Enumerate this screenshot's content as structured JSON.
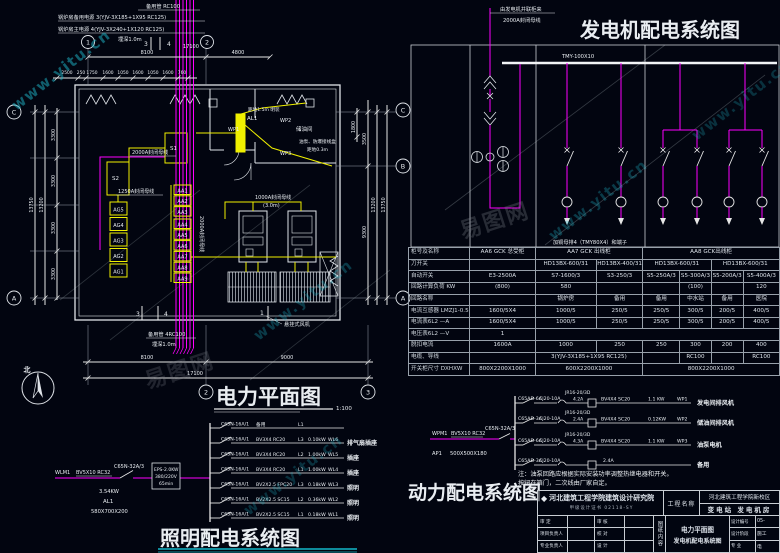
{
  "colors": {
    "background": "#020510",
    "line": "#e6e6e6",
    "cable_magenta": "#ff00ff",
    "equipment_yellow": "#f0f000",
    "watermark_cyan": "#1fb6c9",
    "underline_teal": "#12b8c9"
  },
  "watermark": {
    "url": "www.yitu.cn",
    "logo": "易图网"
  },
  "plan": {
    "title": "电力平面图",
    "scale": "1:100",
    "north_label": "北",
    "top_notes": {
      "spare": "备用管 RC100",
      "backup": "锅炉房备用电源 3(YJV-3X185+1X95 RC125)",
      "main": "锅炉房主电源 4(YJV-3X240+1X120 RC125)",
      "depth": "埋深1.0m"
    },
    "bottom_notes": {
      "spare": "备用管 4RC100",
      "depth": "埋深1.0m"
    },
    "grid": {
      "c1": "1",
      "c2": "2",
      "c3": "3",
      "rA": "A",
      "rB": "B",
      "rC": "C"
    },
    "dims": {
      "top_small": [
        "2500",
        "250",
        "1750",
        "1600",
        "1050",
        "1600",
        "1050",
        "1600",
        "760"
      ],
      "top_8100": "8100",
      "top_4800": "4800",
      "top_17100": "17100",
      "bottom_8100": "8100",
      "bottom_9000": "9000",
      "bottom_17100": "17100",
      "left_3300": [
        "3300",
        "3300",
        "3300",
        "3300"
      ],
      "left_13200": "13200",
      "left_13750": "13750",
      "right_1800": "1800",
      "right_3500": "3500",
      "right_9300": "9300",
      "right_13200": "13200",
      "right_13750": "13750"
    },
    "equipment": {
      "ag_stack": [
        "AG5",
        "AG4",
        "AG3",
        "AG2",
        "AG1"
      ],
      "aa_stack": [
        "AA1",
        "AA2",
        "AA3",
        "AA4",
        "AA5",
        "AA6",
        "AA7",
        "AA8",
        "AA9"
      ],
      "s1": "S1",
      "s2": "S2",
      "al1": "AL1"
    },
    "labels": {
      "bus2000_h": "2000A封闭母线",
      "bus1250": "1250A封闭母线",
      "bus1000": "1000A封闭母线",
      "bus1000_note": "(3.0m)",
      "bus2000_v": "2000A封闭母线",
      "al1_mount": "距地1.5m 明装",
      "wp1": "WP1",
      "wp2": "WP2",
      "wp3": "WP3",
      "oil_room": "储油间",
      "oil_pump": "油泵、防爆接线盒",
      "oil_pump_h": "距地0.3m",
      "fan": "悬挂式风机",
      "riser3": "3",
      "riser4": "4",
      "section": "1"
    }
  },
  "generator": {
    "title": "发电机配电系统图",
    "source_note1": "由发电机并联柜来",
    "source_note2": "2000A封闭母线",
    "busbar": "TMY-100X10",
    "busbar_note": "加铜母排4（TMY80X4）和端子",
    "table": {
      "rows": [
        {
          "label": "柜号及名称",
          "cells": [
            {
              "t": "AA6 GCK 总受柜",
              "s": 1
            },
            {
              "t": "AA7 GCK 出线柜",
              "s": 2
            },
            {
              "t": "AA8 GCK出线柜",
              "s": 4
            }
          ]
        },
        {
          "label": "刀开关",
          "cells": [
            {
              "t": "",
              "s": 1
            },
            {
              "t": "HD13BX-600/31",
              "s": 1
            },
            {
              "t": "HD13BX-400/31",
              "s": 1
            },
            {
              "t": "HD13BX-600/31",
              "s": 2
            },
            {
              "t": "HD13BX-600/31",
              "s": 2
            }
          ]
        },
        {
          "label": "自动开关",
          "cells": [
            {
              "t": "E3-2500A",
              "s": 1
            },
            {
              "t": "S7-1600/3",
              "s": 1
            },
            {
              "t": "S3-250/3",
              "s": 1
            },
            {
              "t": "S5-250A/3",
              "s": 1
            },
            {
              "t": "S5-300A/3",
              "s": 1
            },
            {
              "t": "S5-200A/3",
              "s": 1
            },
            {
              "t": "S5-400A/3",
              "s": 1
            }
          ]
        },
        {
          "label": "回路计算负荷 KW",
          "cells": [
            {
              "t": "(800)",
              "s": 1
            },
            {
              "t": "580",
              "s": 1
            },
            {
              "t": "",
              "s": 1
            },
            {
              "t": "",
              "s": 1
            },
            {
              "t": "(100)",
              "s": 1
            },
            {
              "t": "",
              "s": 1
            },
            {
              "t": "120",
              "s": 1
            }
          ]
        },
        {
          "label": "回路名称",
          "cells": [
            {
              "t": "",
              "s": 1
            },
            {
              "t": "锅炉房",
              "s": 1
            },
            {
              "t": "备用",
              "s": 1
            },
            {
              "t": "备用",
              "s": 1
            },
            {
              "t": "中水站",
              "s": 1
            },
            {
              "t": "备用",
              "s": 1
            },
            {
              "t": "医院",
              "s": 1
            }
          ]
        },
        {
          "label": "电流互感器 LMZJ1-0.5",
          "cells": [
            {
              "t": "1600/5X4",
              "s": 1
            },
            {
              "t": "1000/5",
              "s": 1
            },
            {
              "t": "250/5",
              "s": 1
            },
            {
              "t": "250/5",
              "s": 1
            },
            {
              "t": "300/5",
              "s": 1
            },
            {
              "t": "200/5",
              "s": 1
            },
            {
              "t": "400/5",
              "s": 1
            }
          ]
        },
        {
          "label": "电流表6L2 —A",
          "cells": [
            {
              "t": "1600/5X4",
              "s": 1
            },
            {
              "t": "1000/5",
              "s": 1
            },
            {
              "t": "250/5",
              "s": 1
            },
            {
              "t": "250/5",
              "s": 1
            },
            {
              "t": "300/5",
              "s": 1
            },
            {
              "t": "200/5",
              "s": 1
            },
            {
              "t": "400/5",
              "s": 1
            }
          ]
        },
        {
          "label": "电压表6L2 —V",
          "cells": [
            {
              "t": "1",
              "s": 1
            },
            {
              "t": "",
              "s": 6
            }
          ]
        },
        {
          "label": "脱扣电流",
          "cells": [
            {
              "t": "1600A",
              "s": 1
            },
            {
              "t": "1000",
              "s": 1
            },
            {
              "t": "250",
              "s": 1
            },
            {
              "t": "250",
              "s": 1
            },
            {
              "t": "300",
              "s": 1
            },
            {
              "t": "200",
              "s": 1
            },
            {
              "t": "400",
              "s": 1
            }
          ]
        },
        {
          "label": "电缆、导线",
          "cells": [
            {
              "t": "",
              "s": 1
            },
            {
              "t": "3(YJV-3X185+1X95 RC125)",
              "s": 2
            },
            {
              "t": "",
              "s": 1
            },
            {
              "t": "RC100",
              "s": 1
            },
            {
              "t": "",
              "s": 1
            },
            {
              "t": "RC100",
              "s": 1
            }
          ]
        },
        {
          "label": "开关柜尺寸 DXHXW",
          "cells": [
            {
              "t": "800X2200X1000",
              "s": 1
            },
            {
              "t": "600X2200X1000",
              "s": 2
            },
            {
              "t": "800X2200X1000",
              "s": 4
            }
          ]
        }
      ]
    }
  },
  "lighting": {
    "title": "照明配电系统图",
    "feeder": {
      "id": "WLM1",
      "cable": "BV5X10 RC32",
      "breaker": "C65N-32A/3"
    },
    "eps": [
      "EPS-2.0KW",
      "380/220V",
      "65min"
    ],
    "panel": {
      "power": "3.54KW",
      "name": "AL1",
      "size": "580X700X200"
    },
    "circuits": [
      {
        "breaker": "C65N-16A/1",
        "cable": "备用",
        "phase": "L1",
        "power": "",
        "id": "",
        "load": ""
      },
      {
        "breaker": "C65N-16A/1",
        "cable": "BV3X4 RC20",
        "phase": "L3",
        "power": "0.10kW",
        "id": "WL6",
        "load": "排气扇插座"
      },
      {
        "breaker": "C65N-16A/1",
        "cable": "BV3X4 RC20",
        "phase": "L2",
        "power": "1.00kW",
        "id": "WL5",
        "load": "插座"
      },
      {
        "breaker": "C65N-16A/1",
        "cable": "BV3X4 RC20",
        "phase": "L1",
        "power": "1.00kW",
        "id": "WL4",
        "load": "插座"
      },
      {
        "breaker": "C65N-16A/1",
        "cable": "BV2X2.5 FPC20",
        "phase": "L3",
        "power": "0.18kW",
        "id": "WL3",
        "load": "照明"
      },
      {
        "breaker": "C65N-16A/1",
        "cable": "BV2X2.5 SC15",
        "phase": "L2",
        "power": "0.36kW",
        "id": "WL2",
        "load": "照明"
      },
      {
        "breaker": "C65N-16A/1",
        "cable": "BV2X2.5 SC15",
        "phase": "L1",
        "power": "0.18kW",
        "id": "WL1",
        "load": "照明"
      }
    ]
  },
  "power": {
    "title": "动力配电系统图",
    "feeder": {
      "id": "WPM1",
      "cable": "BV5X10 RC32",
      "breaker": "C65N-32A/3"
    },
    "panel": {
      "name": "AP1",
      "size": "500X500X180"
    },
    "circuits": [
      {
        "breaker": "C65AD-6A",
        "contactor": "CJ20-10A",
        "relay": "JR16-20/3D",
        "relay_a": "4.2A",
        "cable": "BV4X4 SC20",
        "power": "1.1 KW",
        "id": "WP1",
        "load": "发电间排风机"
      },
      {
        "breaker": "C65AD-3A",
        "contactor": "CJ20-10A",
        "relay": "JR16-20/3D",
        "relay_a": "2.4A",
        "cable": "BV4X4 SC20",
        "power": "0.12KW",
        "id": "WP2",
        "load": "储油间排风机"
      },
      {
        "breaker": "C65AD-6A",
        "contactor": "CJ20-10A",
        "relay": "JR16-20/3D",
        "relay_a": "4.3A",
        "cable": "BV4X4 SC20",
        "power": "1.1 KW",
        "id": "WP3",
        "load": "油泵电机"
      },
      {
        "breaker": "C65AD-3A",
        "contactor": "CJ20-10A",
        "relay": "",
        "relay_a": "2.4A",
        "cable": "",
        "power": "",
        "id": "",
        "load": "备用"
      }
    ],
    "note1": "注：油泵回路应根据实际安装功率调整热继电器和开关。",
    "note2": "按钮在箱门，二次线由厂家自定。"
  },
  "titleblock": {
    "institute": "河北建筑工程学院建筑设计研究院",
    "cert": "甲级设计证书 02118-SY",
    "project_label": "工程名称",
    "project_name": "河北建筑工程学院新校区",
    "project_sub": "变电站 发电机房",
    "content_label": "图纸内容",
    "content1": "电力平面图",
    "content2": "发电机配电系统图",
    "roles": [
      {
        "l": "审 定",
        "r": "审 核"
      },
      {
        "l": "项目负责人",
        "r": "校 对"
      },
      {
        "l": "专业负责人",
        "r": "设 计"
      }
    ],
    "right": [
      {
        "k": "设计编号",
        "v": "05-"
      },
      {
        "k": "设计阶段",
        "v": "施工"
      },
      {
        "k": "专 业",
        "v": "电"
      }
    ]
  }
}
